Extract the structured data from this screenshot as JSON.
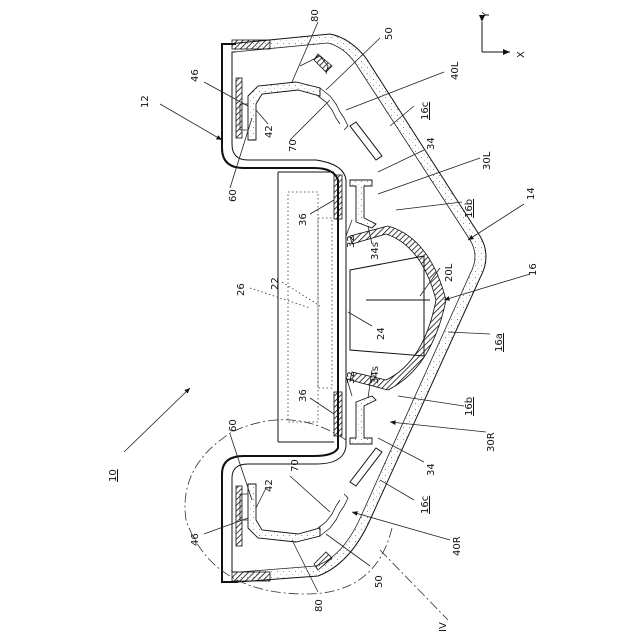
{
  "axes": {
    "y": "Y",
    "x": "X"
  },
  "labels": {
    "l80a": "80",
    "l50a": "50",
    "l40L": "40L",
    "l16c_a": "16c",
    "l34a": "34",
    "l30L": "30L",
    "l16b_a": "16b",
    "l14": "14",
    "l20L": "20L",
    "l16": "16",
    "l16a": "16a",
    "l16b_b": "16b",
    "l30R": "30R",
    "l34b": "34",
    "l16c_b": "16c",
    "l40R": "40R",
    "l50b": "50",
    "l80b": "80",
    "l46a": "46",
    "l12": "12",
    "l42a": "42",
    "l70a": "70",
    "l60a": "60",
    "l36a": "36",
    "l32a": "32",
    "l34s_a": "34s",
    "l26": "26",
    "l22": "22",
    "l24": "24",
    "l36b": "36",
    "l32b": "32",
    "l34s_b": "34s",
    "l60b": "60",
    "l42b": "42",
    "l70b": "70",
    "l46b": "46",
    "l10": "10",
    "lIV": "IV"
  }
}
